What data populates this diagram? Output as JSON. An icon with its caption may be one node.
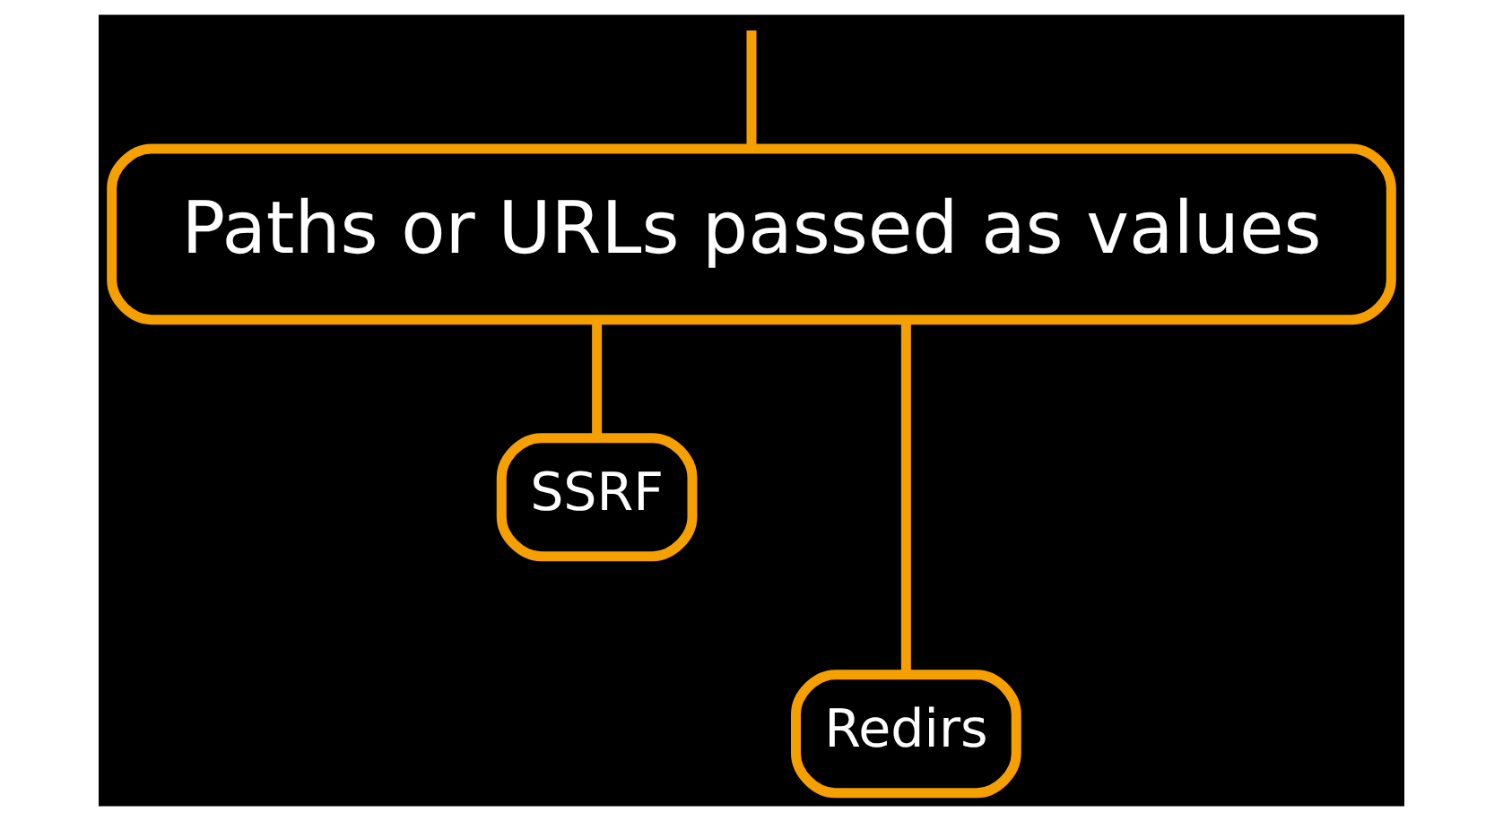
{
  "diagram": {
    "nodes": [
      {
        "text": [
          "Paths or URLs passed as values"
        ]
      },
      {
        "text": [
          "SSRF"
        ]
      },
      {
        "text": [
          "Redirs"
        ]
      }
    ],
    "edges": [
      {
        "from": null,
        "to": 0,
        "arrow": "none"
      },
      {
        "from": 0,
        "to": 1,
        "arrow": "none"
      },
      {
        "from": 0,
        "to": 2,
        "arrow": "none"
      }
    ]
  }
}
